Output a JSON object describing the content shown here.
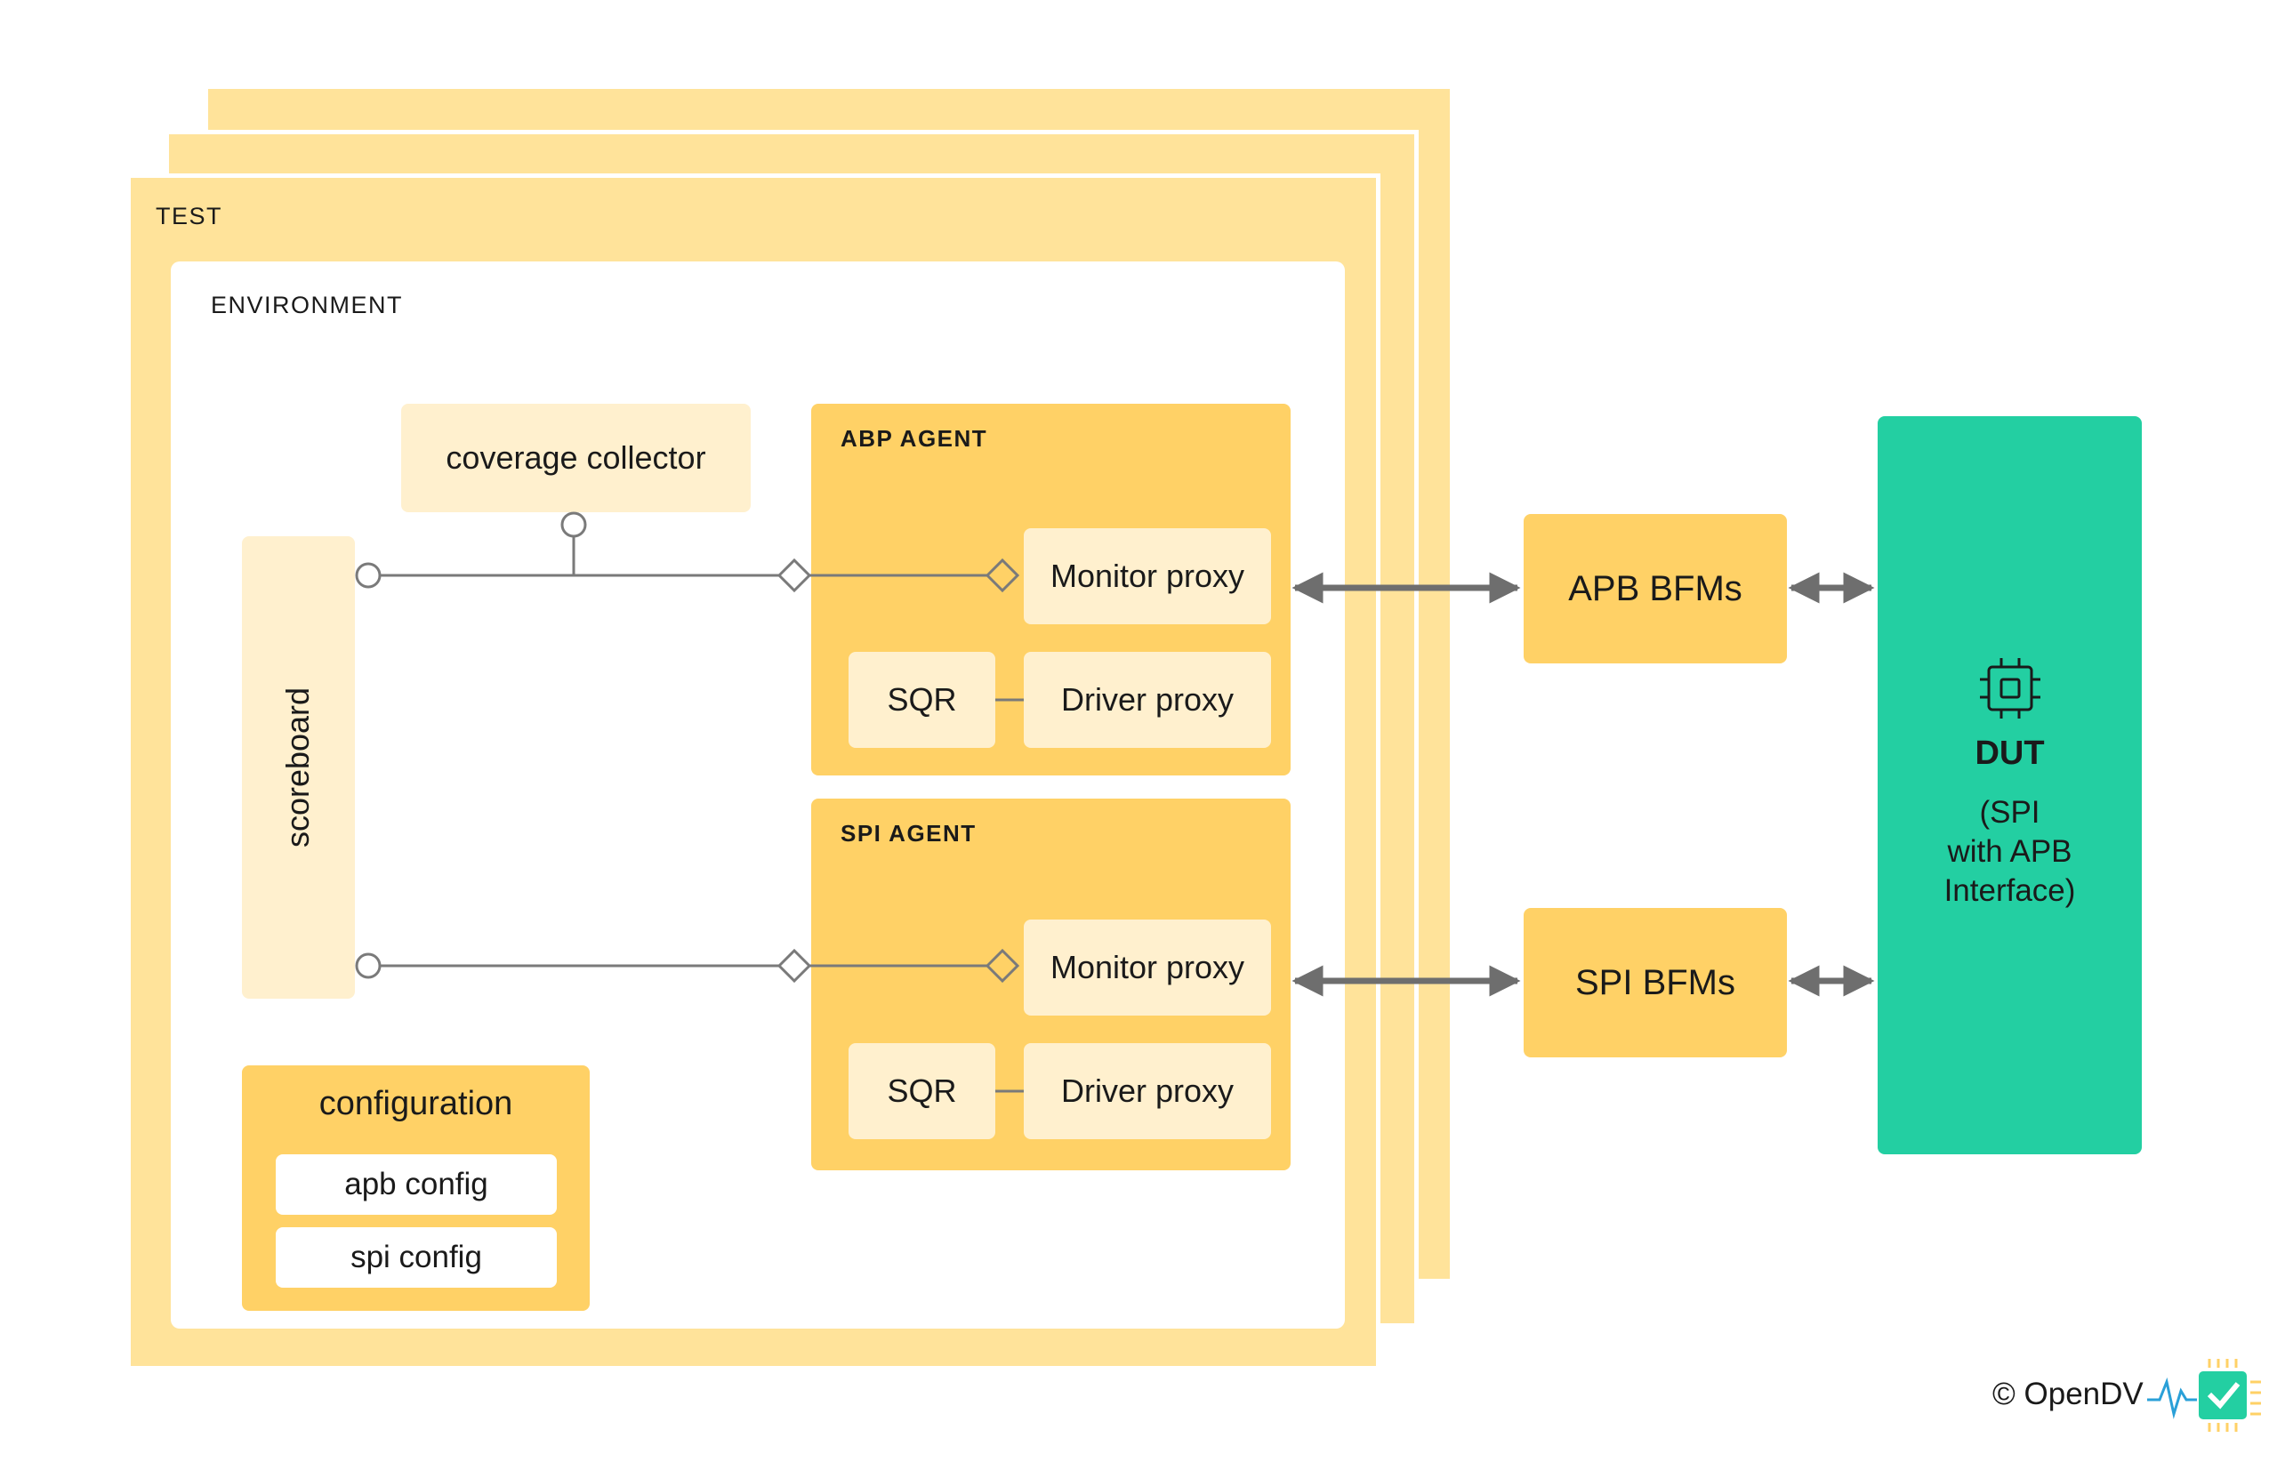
{
  "test": {
    "label": "TEST"
  },
  "environment": {
    "label": "ENVIRONMENT"
  },
  "coverage_collector": {
    "label": "coverage collector"
  },
  "scoreboard": {
    "label": "scoreboard"
  },
  "abp_agent": {
    "title": "ABP AGENT",
    "monitor": "Monitor proxy",
    "sqr": "SQR",
    "driver": "Driver proxy"
  },
  "spi_agent": {
    "title": "SPI AGENT",
    "monitor": "Monitor proxy",
    "sqr": "SQR",
    "driver": "Driver proxy"
  },
  "configuration": {
    "title": "configuration",
    "items": [
      "apb config",
      "spi config"
    ]
  },
  "apb_bfms": {
    "label": "APB BFMs"
  },
  "spi_bfms": {
    "label": "SPI BFMs"
  },
  "dut": {
    "title": "DUT",
    "subtitle_lines": [
      "(SPI",
      "with APB",
      "Interface)"
    ],
    "icon": "chip-icon"
  },
  "footer": {
    "copyright": "© OpenDV",
    "logo_icon": "opendv-logo-icon"
  },
  "colors": {
    "frame": "#FFE39A",
    "agent": "#FFD166",
    "light_block": "#FFF0CE",
    "dut": "#23CFA2",
    "wire": "#7a7a7a"
  }
}
